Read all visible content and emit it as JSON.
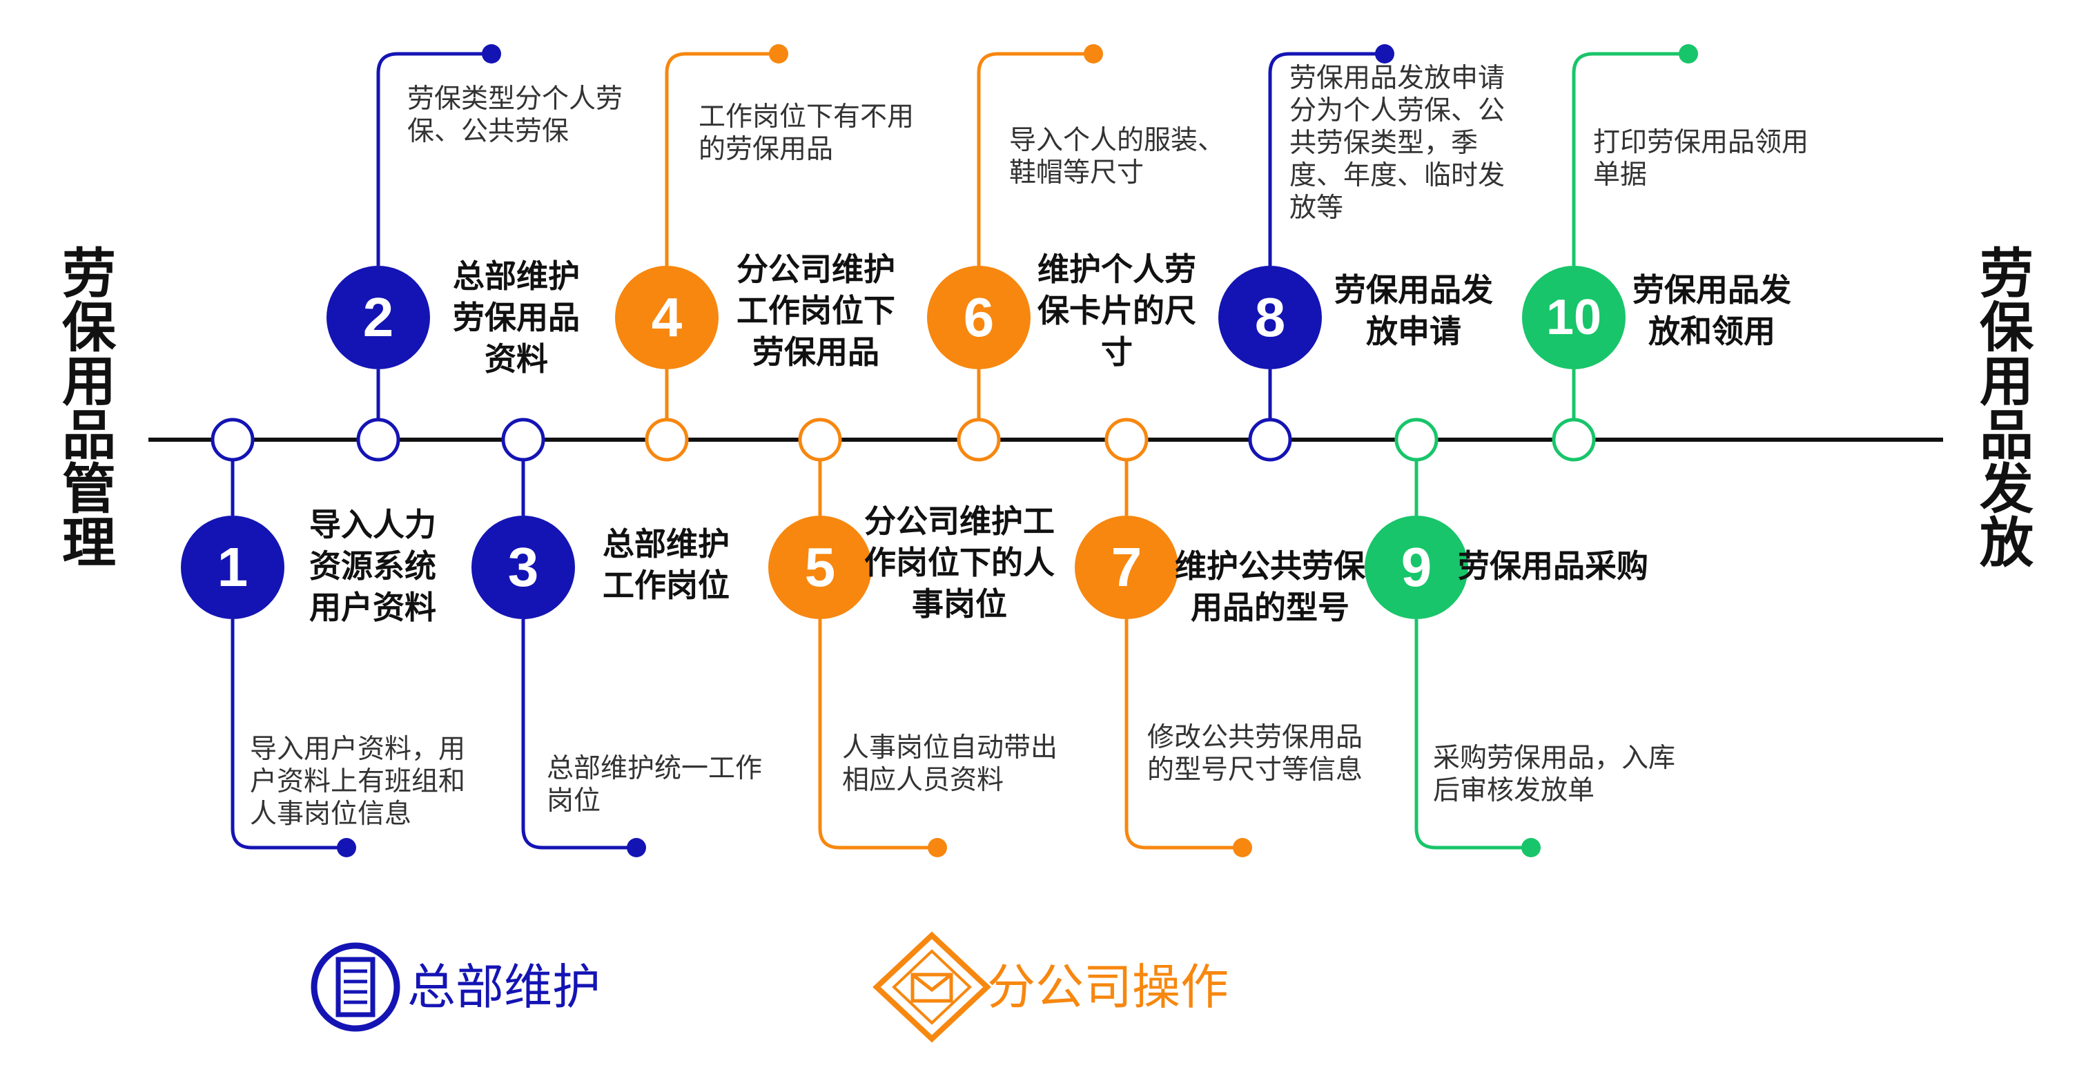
{
  "left_title": "劳保用品管理",
  "right_title": "劳保用品发放",
  "colors": {
    "blue": "#1414B4",
    "orange": "#F7870F",
    "green": "#18C56A",
    "line": "#111111"
  },
  "steps": [
    {
      "num": "1",
      "color": "blue",
      "title": "导入人力\n资源系统\n用户资料",
      "desc": "导入用户资料，用\n户资料上有班组和\n人事岗位信息"
    },
    {
      "num": "2",
      "color": "blue",
      "title": "总部维护\n劳保用品\n资料",
      "desc": "劳保类型分个人劳\n保、公共劳保"
    },
    {
      "num": "3",
      "color": "blue",
      "title": "总部维护\n工作岗位",
      "desc": "总部维护统一工作\n岗位"
    },
    {
      "num": "4",
      "color": "orange",
      "title": "分公司维护\n工作岗位下\n劳保用品",
      "desc": "工作岗位下有不用\n的劳保用品"
    },
    {
      "num": "5",
      "color": "orange",
      "title": "分公司维护工\n作岗位下的人\n事岗位",
      "desc": "人事岗位自动带出\n相应人员资料"
    },
    {
      "num": "6",
      "color": "orange",
      "title": "维护个人劳\n保卡片的尺\n寸",
      "desc": "导入个人的服装、\n鞋帽等尺寸"
    },
    {
      "num": "7",
      "color": "orange",
      "title": "维护公共劳保\n用品的型号",
      "desc": "修改公共劳保用品\n的型号尺寸等信息"
    },
    {
      "num": "8",
      "color": "blue",
      "title": "劳保用品发\n放申请",
      "desc": "劳保用品发放申请\n分为个人劳保、公\n共劳保类型，季\n度、年度、临时发\n放等"
    },
    {
      "num": "9",
      "color": "green",
      "title": "劳保用品采购",
      "desc": "采购劳保用品，入库\n后审核发放单"
    },
    {
      "num": "10",
      "color": "green",
      "title": "劳保用品发\n放和领用",
      "desc": "打印劳保用品领用\n单据"
    }
  ],
  "legend": [
    {
      "label": "总部维护",
      "color": "blue",
      "icon": "document-icon"
    },
    {
      "label": "分公司操作",
      "color": "orange",
      "icon": "envelope-diamond-icon"
    }
  ]
}
